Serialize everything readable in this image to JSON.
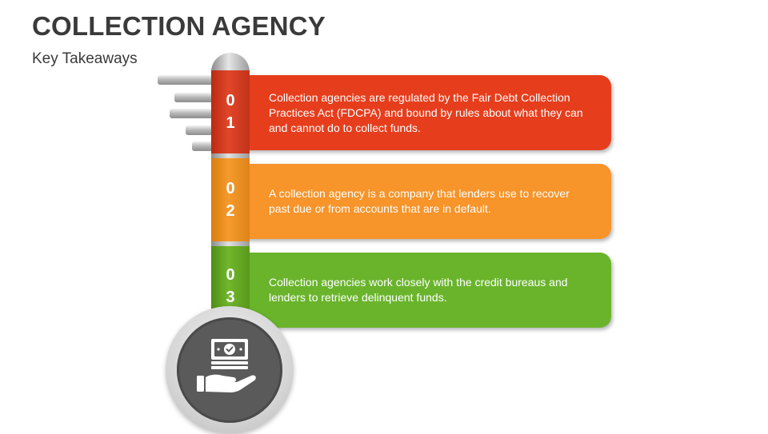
{
  "header": {
    "title": "COLLECTION AGENCY",
    "subtitle": "Key Takeaways"
  },
  "items": [
    {
      "number_digits": [
        "0",
        "1"
      ],
      "text": "Collection agencies are regulated by the Fair Debt Collection Practices Act (FDCPA) and bound by rules about what they can and cannot do to collect funds.",
      "color": "#e63e1d"
    },
    {
      "number_digits": [
        "0",
        "2"
      ],
      "text": "A collection agency is a company that lenders use to recover past due or from accounts that are in default.",
      "color": "#f7942a"
    },
    {
      "number_digits": [
        "0",
        "3"
      ],
      "text": "Collection agencies work closely with the credit bureaus and lenders to retrieve delinquent funds.",
      "color": "#6ab42c"
    }
  ],
  "icons": {
    "bulb_icon": "hand-holding-money-icon"
  }
}
